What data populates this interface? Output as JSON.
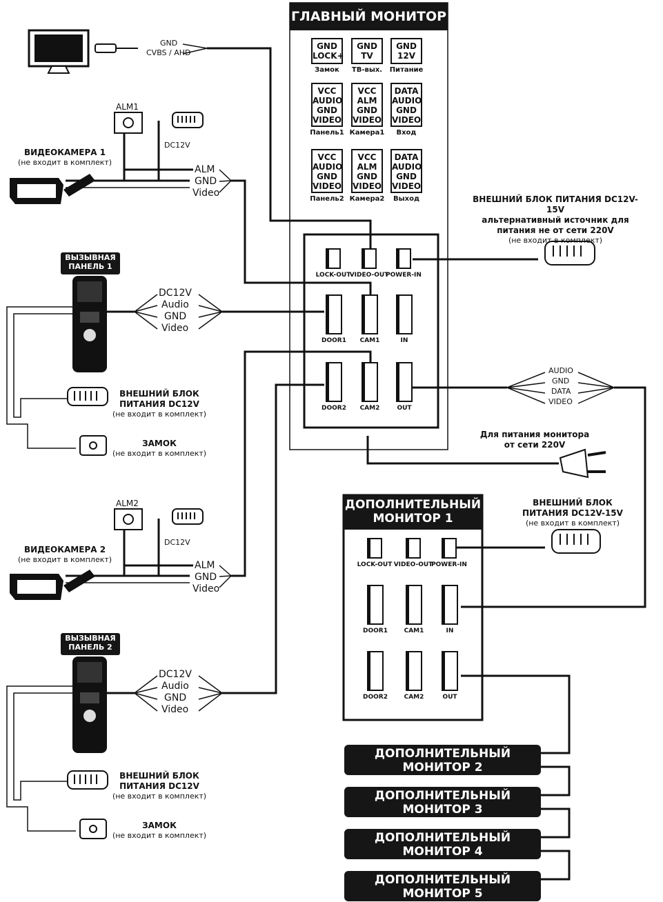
{
  "main_monitor": {
    "title": "ГЛАВНЫЙ МОНИТОР",
    "terminals": [
      {
        "lines": [
          "GND",
          "LOCK+"
        ],
        "caption": "Замок"
      },
      {
        "lines": [
          "GND",
          "TV"
        ],
        "caption": "ТВ-вых."
      },
      {
        "lines": [
          "GND",
          "12V"
        ],
        "caption": "Питание"
      },
      {
        "lines": [
          "VCC",
          "AUDIO",
          "GND",
          "VIDEO"
        ],
        "caption": "Панель1"
      },
      {
        "lines": [
          "VCC",
          "ALM",
          "GND",
          "VIDEO"
        ],
        "caption": "Камера1"
      },
      {
        "lines": [
          "DATA",
          "AUDIO",
          "GND",
          "VIDEO"
        ],
        "caption": "Вход"
      },
      {
        "lines": [
          "VCC",
          "AUDIO",
          "GND",
          "VIDEO"
        ],
        "caption": "Панель2"
      },
      {
        "lines": [
          "VCC",
          "ALM",
          "GND",
          "VIDEO"
        ],
        "caption": "Камера2"
      },
      {
        "lines": [
          "DATA",
          "AUDIO",
          "GND",
          "VIDEO"
        ],
        "caption": "Выход"
      }
    ],
    "connectors": [
      "LOCK-OUT",
      "VIDEO-OUT",
      "POWER-IN",
      "DOOR1",
      "CAM1",
      "IN",
      "DOOR2",
      "CAM2",
      "OUT"
    ]
  },
  "tv": {
    "wire_labels": [
      "GND",
      "CVBS / AHD"
    ]
  },
  "camera1": {
    "title": "ВИДЕОКАМЕРА 1",
    "note": "(не входит в комплект)",
    "alarm": "ALM1",
    "power": "DC12V",
    "wires": [
      "ALM",
      "GND",
      "Video"
    ]
  },
  "camera2": {
    "title": "ВИДЕОКАМЕРА 2",
    "note": "(не входит в комплект)",
    "alarm": "ALM2",
    "power": "DC12V",
    "wires": [
      "ALM",
      "GND",
      "Video"
    ]
  },
  "panel1": {
    "title": "ВЫЗЫВНАЯ\nПАНЕЛЬ 1",
    "wires": [
      "DC12V",
      "Audio",
      "GND",
      "Video"
    ],
    "psu": {
      "title": "ВНЕШНИЙ БЛОК\nПИТАНИЯ DC12V",
      "note": "(не входит в комплект)"
    },
    "lock": {
      "title": "ЗАМОК",
      "note": "(не входит в комплект)"
    }
  },
  "panel2": {
    "title": "ВЫЗЫВНАЯ\nПАНЕЛЬ 2",
    "wires": [
      "DC12V",
      "Audio",
      "GND",
      "Video"
    ],
    "psu": {
      "title": "ВНЕШНИЙ БЛОК\nПИТАНИЯ DC12V",
      "note": "(не входит в комплект)"
    },
    "lock": {
      "title": "ЗАМОК",
      "note": "(не входит в комплект)"
    }
  },
  "ext_psu_main": {
    "title": "ВНЕШНИЙ БЛОК ПИТАНИЯ DC12V-15V",
    "line2": "альтернативный источник для",
    "line3": "питания не от сети 220V",
    "note": "(не входит в комплект)"
  },
  "out_bus": {
    "wires": [
      "AUDIO",
      "GND",
      "DATA",
      "VIDEO"
    ]
  },
  "mains": {
    "title": "Для питания монитора\nот сети 220V"
  },
  "aux1": {
    "title": "ДОПОЛНИТЕЛЬНЫЙ\nМОНИТОР 1",
    "connectors": [
      "LOCK-OUT",
      "VIDEO-OUT",
      "POWER-IN",
      "DOOR1",
      "CAM1",
      "IN",
      "DOOR2",
      "CAM2",
      "OUT"
    ]
  },
  "ext_psu_aux": {
    "title": "ВНЕШНИЙ БЛОК\nПИТАНИЯ DC12V-15V",
    "note": "(не входит в комплект)"
  },
  "aux_monitors": [
    "ДОПОЛНИТЕЛЬНЫЙ\nМОНИТОР 2",
    "ДОПОЛНИТЕЛЬНЫЙ\nМОНИТОР 3",
    "ДОПОЛНИТЕЛЬНЫЙ\nМОНИТОР 4",
    "ДОПОЛНИТЕЛЬНЫЙ\nМОНИТОР 5"
  ]
}
